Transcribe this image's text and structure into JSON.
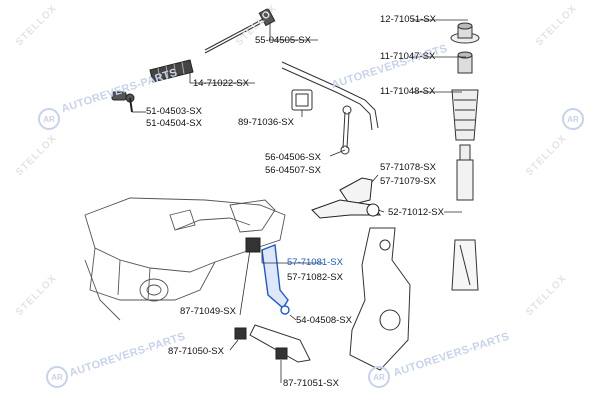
{
  "watermark": {
    "brand_text": "AUTOREVERS-PARTS",
    "badge_text": "AR",
    "stellox_text": "STELLOX"
  },
  "parts": [
    {
      "id": "p1",
      "label": "55-04505-SX"
    },
    {
      "id": "p2",
      "label": "12-71051-SX"
    },
    {
      "id": "p3",
      "label": "11-71047-SX"
    },
    {
      "id": "p4",
      "label": "14-71022-SX"
    },
    {
      "id": "p5",
      "label": "11-71048-SX"
    },
    {
      "id": "p6",
      "label": "51-04503-SX"
    },
    {
      "id": "p7",
      "label": "51-04504-SX"
    },
    {
      "id": "p8",
      "label": "89-71036-SX"
    },
    {
      "id": "p9",
      "label": "56-04506-SX"
    },
    {
      "id": "p10",
      "label": "56-04507-SX"
    },
    {
      "id": "p11",
      "label": "57-71078-SX"
    },
    {
      "id": "p12",
      "label": "57-71079-SX"
    },
    {
      "id": "p13",
      "label": "52-71012-SX"
    },
    {
      "id": "p14",
      "label": "57-71081-SX",
      "selected": true
    },
    {
      "id": "p15",
      "label": "57-71082-SX"
    },
    {
      "id": "p16",
      "label": "87-71049-SX"
    },
    {
      "id": "p17",
      "label": "54-04508-SX"
    },
    {
      "id": "p18",
      "label": "87-71050-SX"
    },
    {
      "id": "p19",
      "label": "87-71051-SX"
    }
  ],
  "colors": {
    "line": "#2a2a2a",
    "selected": "#1a5ad6",
    "watermark": "#c7d3ec"
  }
}
